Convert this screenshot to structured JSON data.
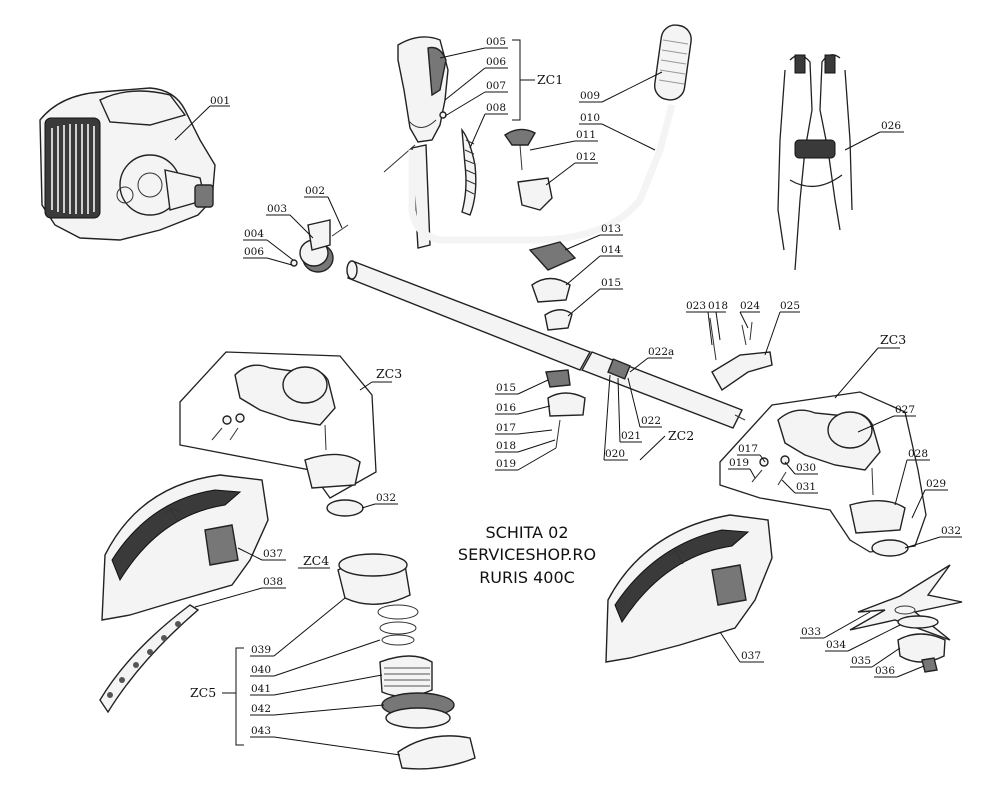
{
  "title": {
    "line1": "SCHITA 02",
    "line2": "SERVICESHOP.RO",
    "line3": "RURIS 400C"
  },
  "parts": {
    "p001": "001",
    "p002": "002",
    "p003": "003",
    "p004": "004",
    "p006a": "006",
    "p005": "005",
    "p006b": "006",
    "p007": "007",
    "p008": "008",
    "p009": "009",
    "p010": "010",
    "p011": "011",
    "p012": "012",
    "p013": "013",
    "p014": "014",
    "p015a": "015",
    "p026": "026",
    "p023": "023",
    "p018a": "018",
    "p024": "024",
    "p025": "025",
    "p022a": "022a",
    "p015b": "015",
    "p016": "016",
    "p017a": "017",
    "p018b": "018",
    "p019a": "019",
    "p022": "022",
    "p021": "021",
    "p020": "020",
    "p032a": "032",
    "p037a": "037",
    "p038": "038",
    "p039": "039",
    "p040": "040",
    "p041": "041",
    "p042": "042",
    "p043": "043",
    "p027": "027",
    "p017b": "017",
    "p019b": "019",
    "p030": "030",
    "p031": "031",
    "p028": "028",
    "p029": "029",
    "p032b": "032",
    "p033": "033",
    "p034": "034",
    "p035": "035",
    "p036": "036",
    "p037b": "037"
  },
  "groups": {
    "zc1": "ZC1",
    "zc2": "ZC2",
    "zc3a": "ZC3",
    "zc3b": "ZC3",
    "zc4": "ZC4",
    "zc5": "ZC5"
  }
}
